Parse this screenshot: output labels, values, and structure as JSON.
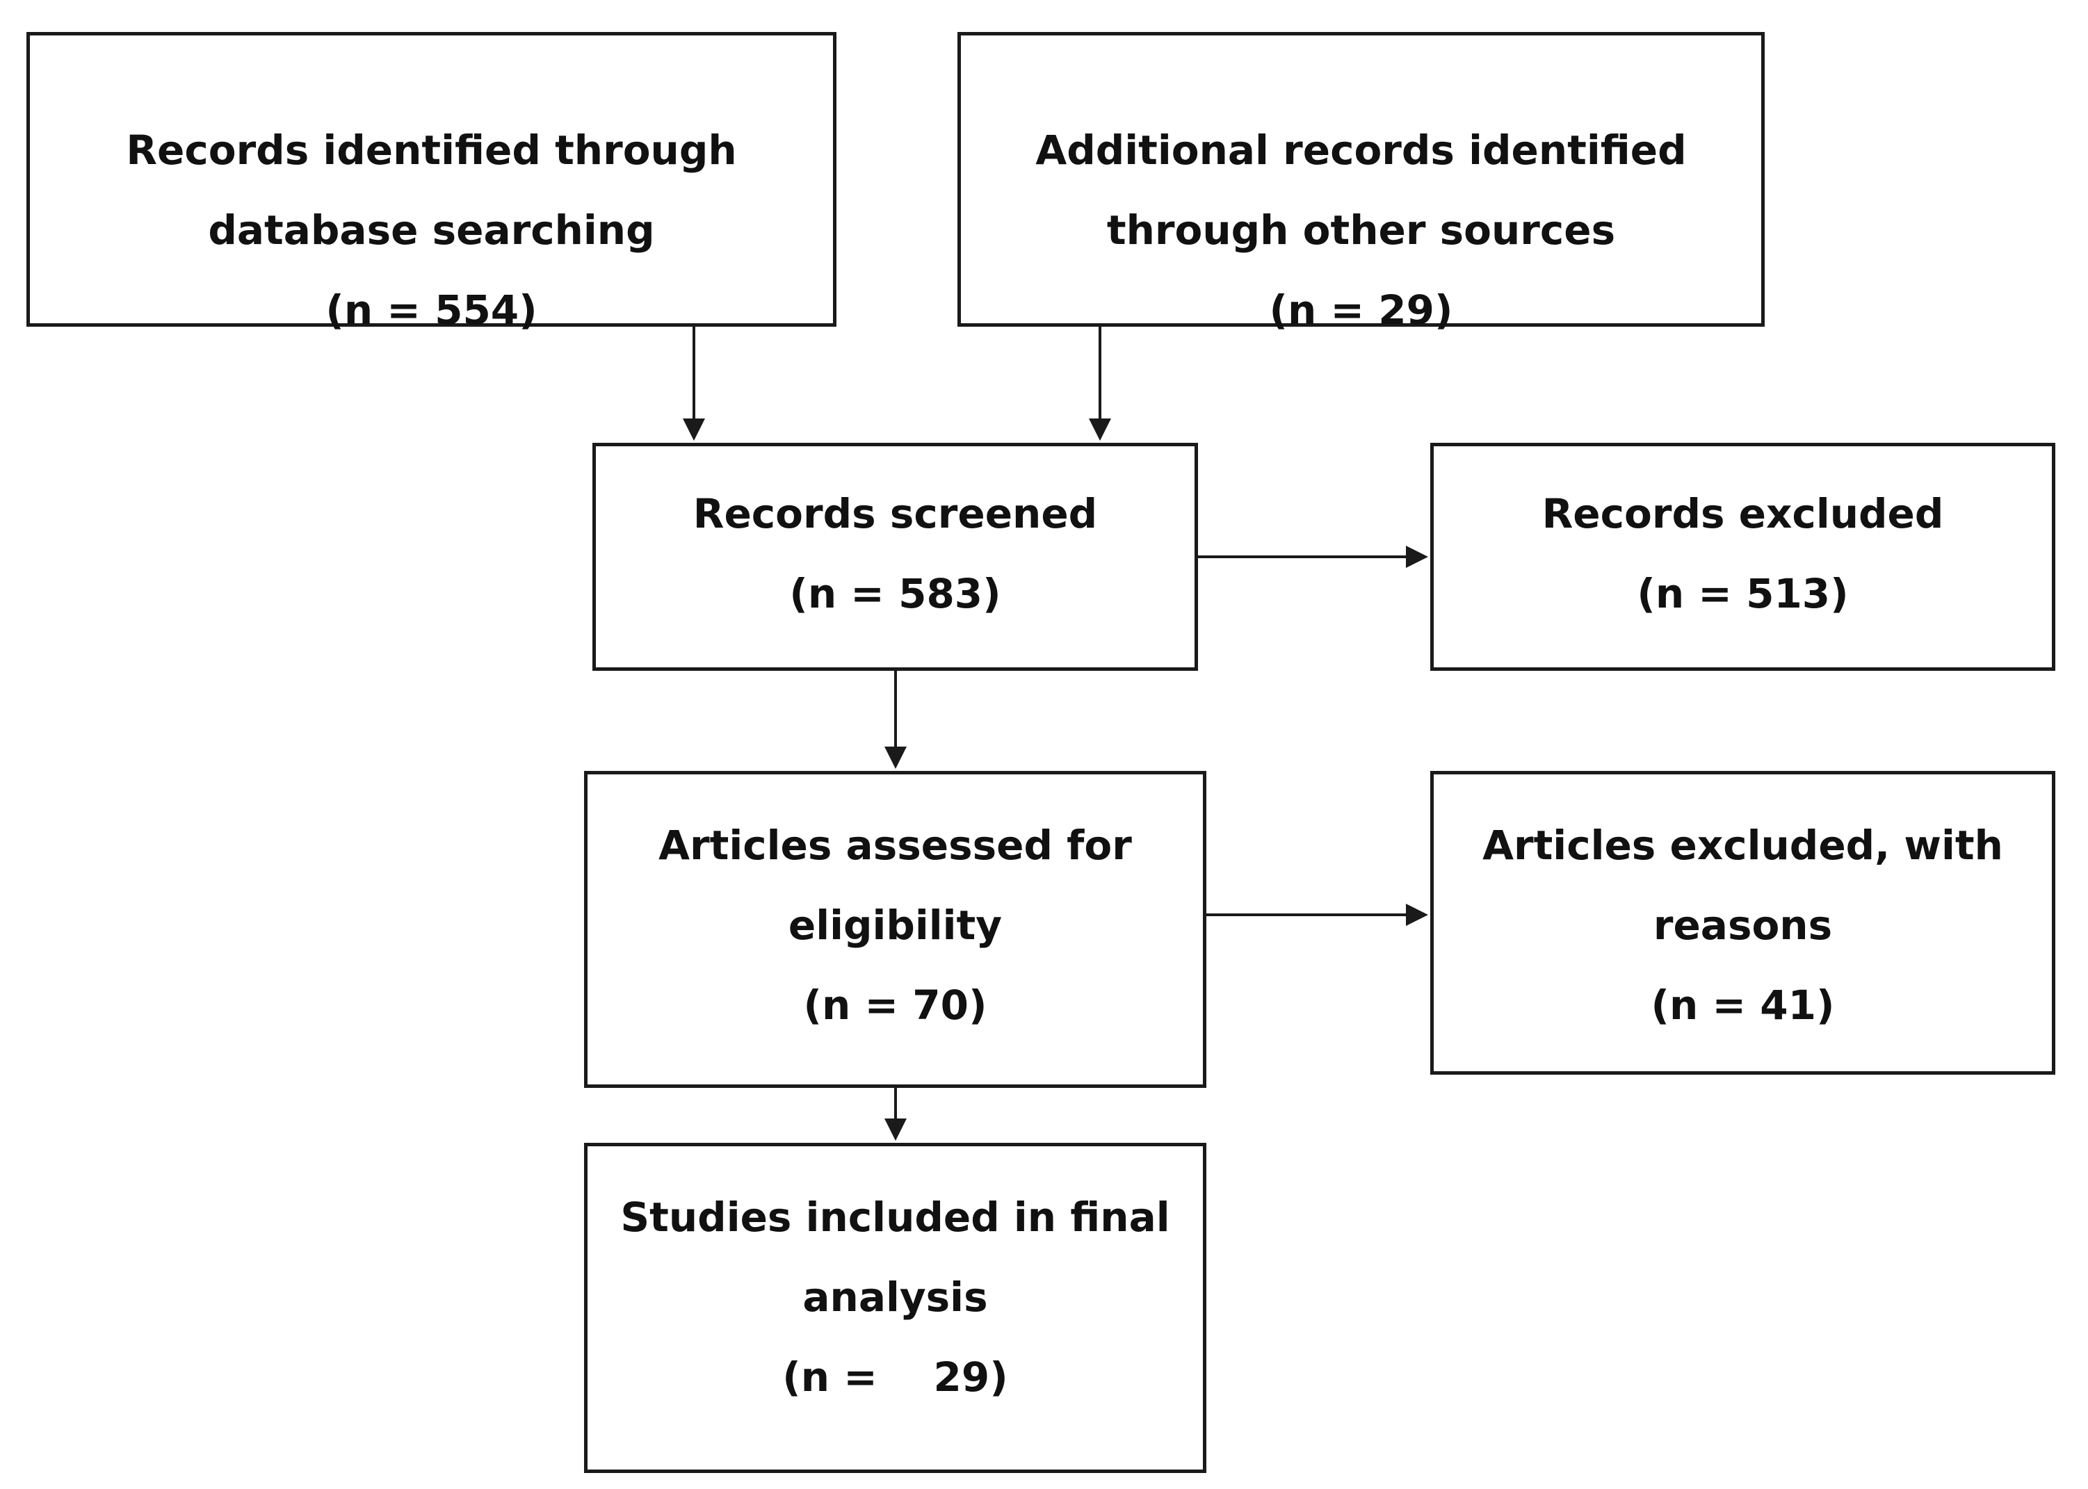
{
  "boxes": {
    "database": {
      "line1": "Records identified through",
      "line2": "database searching",
      "line3": "(n = 554)"
    },
    "other": {
      "line1": "Additional records identified",
      "line2": "through other sources",
      "line3": "(n = 29)"
    },
    "screened": {
      "line1": "Records screened",
      "line2": "(n = 583)"
    },
    "excluded": {
      "line1": "Records excluded",
      "line2": "(n = 513)"
    },
    "assessed": {
      "line1": "Articles assessed for",
      "line2": "eligibility",
      "line3": "(n = 70)"
    },
    "articles_excluded": {
      "line1": "Articles excluded, with",
      "line2": "reasons",
      "line3": "(n = 41)"
    },
    "included": {
      "line1": "Studies included in final",
      "line2": "analysis",
      "line3": "(n =    29)"
    }
  },
  "colors": {
    "line": "#1a1a1a",
    "text": "#111111",
    "background": "#ffffff"
  }
}
